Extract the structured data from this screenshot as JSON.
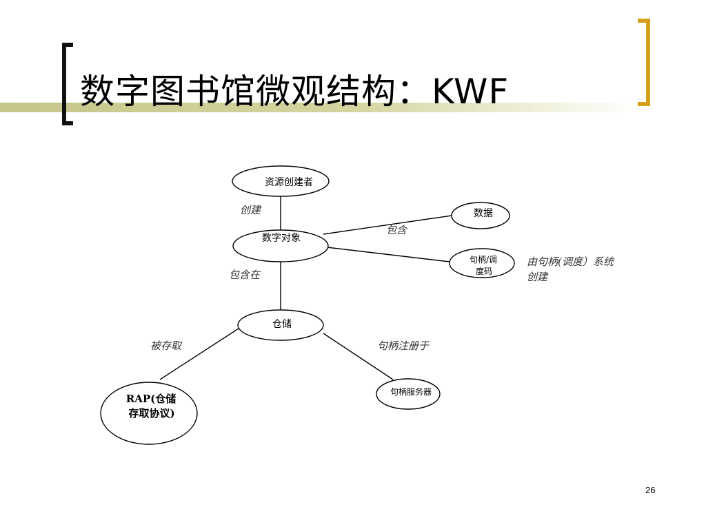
{
  "slide": {
    "title": "数字图书馆微观结构：KWF",
    "page_number": "26",
    "accent_color": "#d4a017"
  },
  "diagram": {
    "nodes": {
      "creator": "资源创建者",
      "digital_object": "数字对象",
      "data": "数据",
      "handle_line1": "句柄/调",
      "handle_line2": "度码",
      "repository": "仓储",
      "rap_line1": "RAP(仓储",
      "rap_line2": "存取协议)",
      "handle_server": "句柄服务器"
    },
    "edges": {
      "create": "创建",
      "contains": "包含",
      "contained_in": "包含在",
      "accessed": "被存取",
      "registered": "句柄注册于"
    },
    "annotation": {
      "line1": "由句柄(调度）系统",
      "line2": "创建"
    }
  }
}
